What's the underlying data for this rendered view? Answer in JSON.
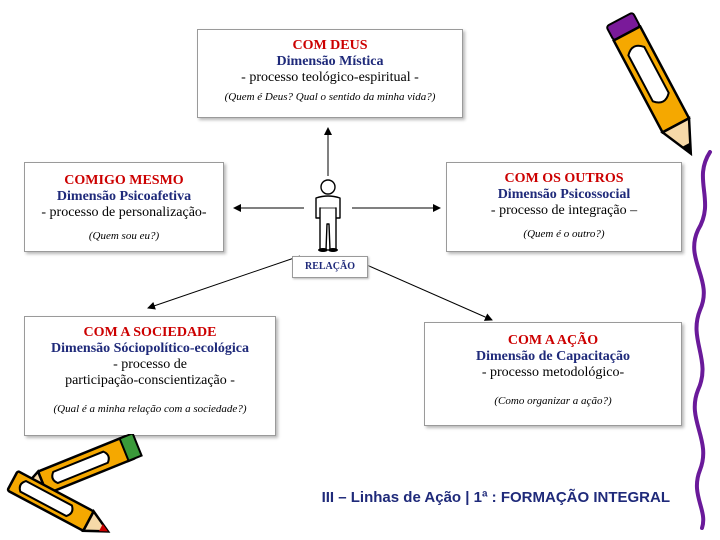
{
  "boxes": {
    "deus": {
      "title": "COM DEUS",
      "dim": "Dimensão Mística",
      "proc": "- processo teológico-espiritual -",
      "question": "(Quem é Deus? Qual o sentido da minha vida?)"
    },
    "mesmo": {
      "title": "COMIGO MESMO",
      "dim": "Dimensão Psicoafetiva",
      "proc": "- processo de personalização-",
      "question": "(Quem sou eu?)"
    },
    "outros": {
      "title": "COM OS OUTROS",
      "dim": "Dimensão Psicossocial",
      "proc": "- processo de integração –",
      "question": "(Quem é o outro?)"
    },
    "sociedade": {
      "title": "COM A SOCIEDADE",
      "dim": "Dimensão Sóciopolítico-ecológica",
      "proc1": "- processo de",
      "proc2": "participação-conscientização -",
      "question": "(Qual é a minha relação com a sociedade?)"
    },
    "acao": {
      "title": "COM A AÇÃO",
      "dim": "Dimensão de Capacitação",
      "proc": "- processo metodológico-",
      "question": "(Como organizar a ação?)"
    }
  },
  "center_label": "RELAÇÃO",
  "footer": "III – Linhas de Ação | 1ª : FORMAÇÃO INTEGRAL",
  "colors": {
    "title": "#cc0000",
    "dimension": "#1f2a7a",
    "footer": "#1f2a7a"
  },
  "icons": [
    "person-figure-icon",
    "pencil-top-right-icon",
    "pencils-bottom-left-icon",
    "squiggle-line-icon"
  ]
}
